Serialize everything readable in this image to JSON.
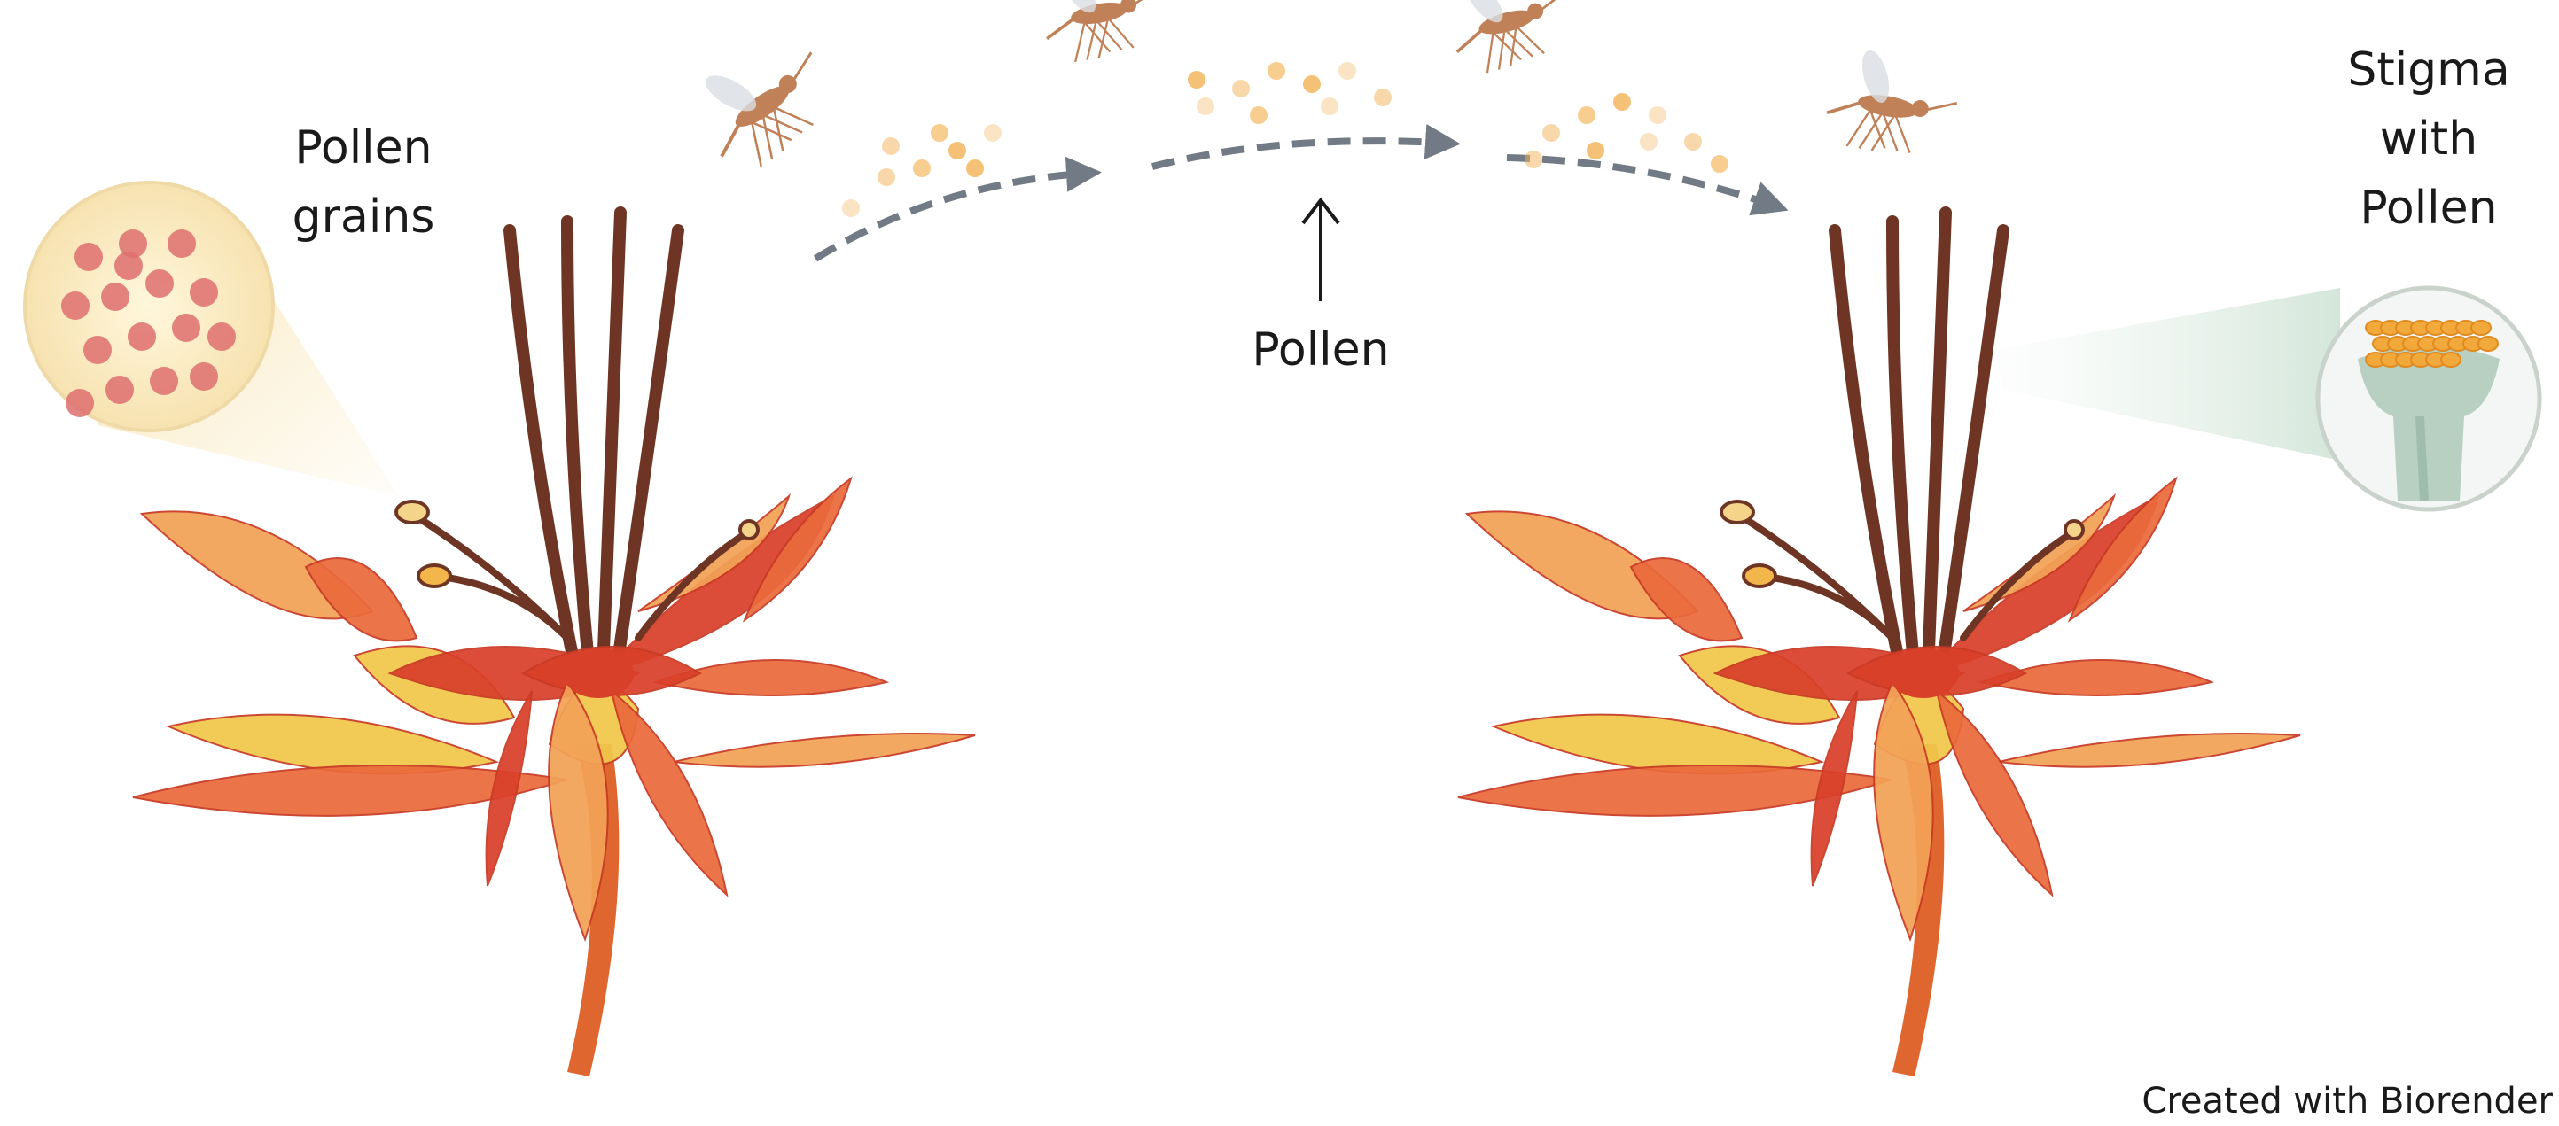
{
  "labels": {
    "pollen_grains": [
      "Pollen",
      "grains"
    ],
    "pollen": "Pollen",
    "stigma": [
      "Stigma",
      "with",
      "Pollen"
    ],
    "credit": "Created with Biorender"
  },
  "colors": {
    "petal_dark": "#d9402a",
    "petal_mid": "#ea6a3c",
    "petal_light": "#f3a257",
    "petal_yellow": "#f2c84b",
    "stamen": "#6e3524",
    "stem": "#e0662f",
    "pollen_dot": "#f2b255",
    "pollen_grain": "#de6e6e",
    "arrow": "#5a6470",
    "insect": "#c08158",
    "stigma_green": "#b8d0c2"
  }
}
